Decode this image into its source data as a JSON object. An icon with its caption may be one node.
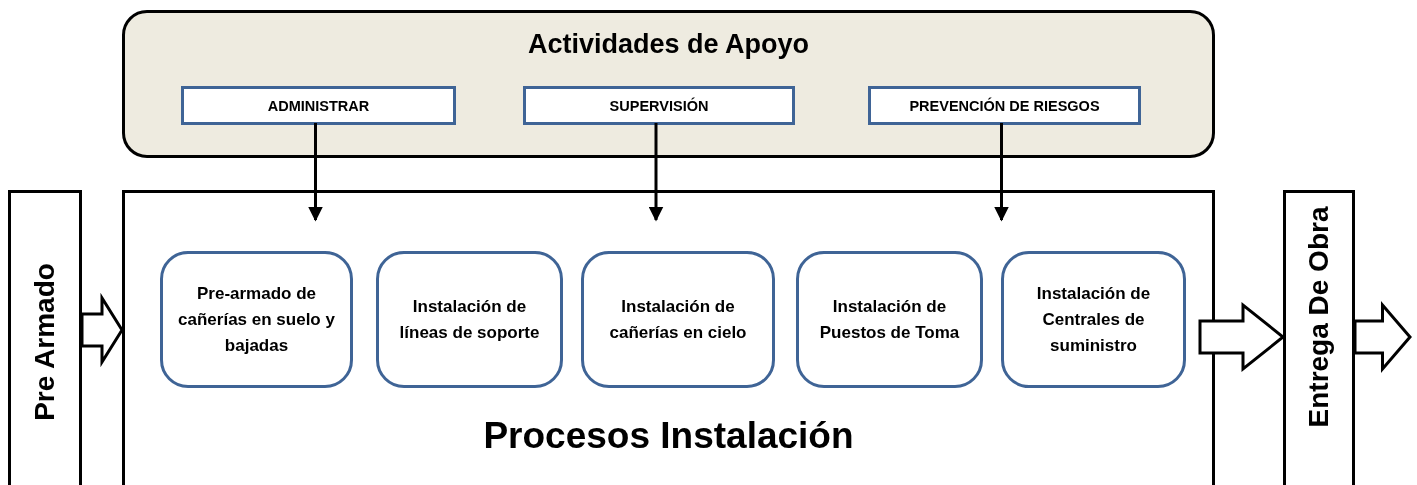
{
  "diagram": {
    "nodes": [
      {
        "text": [
          "Actividades de Apoyo"
        ]
      },
      {
        "text": [
          "ADMINISTRAR"
        ],
        "in": 0
      },
      {
        "text": [
          "SUPERVISIÓN"
        ],
        "in": 0
      },
      {
        "text": [
          "PREVENCIÓN DE RIESGOS"
        ],
        "in": 0
      },
      {
        "text": [
          "Procesos Instalación"
        ]
      },
      {
        "text": [
          "Pre-armado de cañerías en suelo y bajadas"
        ],
        "in": 4
      },
      {
        "text": [
          "Instalación de líneas de soporte"
        ],
        "in": 4
      },
      {
        "text": [
          "Instalación de cañerías en cielo"
        ],
        "in": 4
      },
      {
        "text": [
          "Instalación de Puestos de Toma"
        ],
        "in": 4
      },
      {
        "text": [
          "Instalación de Centrales de suministro"
        ],
        "in": 4
      },
      {
        "text": [
          "Pre Armado"
        ]
      },
      {
        "text": [
          "Entrega De Obra"
        ]
      }
    ],
    "edges": [
      {
        "from": 1,
        "to": 4,
        "arrow": "to"
      },
      {
        "from": 2,
        "to": 4,
        "arrow": "to"
      },
      {
        "from": 3,
        "to": 4,
        "arrow": "to"
      },
      {
        "from": 10,
        "to": 4,
        "arrow": "to",
        "style": "thick"
      },
      {
        "from": 4,
        "to": 11,
        "arrow": "to",
        "style": "thick"
      },
      {
        "from": 11,
        "to": null,
        "arrow": "to",
        "style": "thick"
      }
    ]
  }
}
